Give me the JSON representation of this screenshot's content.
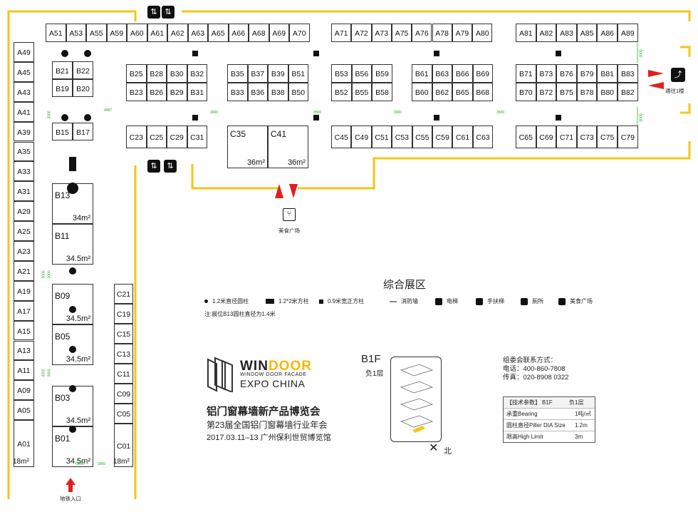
{
  "colors": {
    "wall": "#f5c518",
    "booth_border": "#333333",
    "arrow": "#e02020",
    "gap_note": "#22aa22",
    "logo_accent": "#f5b800"
  },
  "booths": [
    {
      "id": "A51"
    },
    {
      "id": "A53"
    },
    {
      "id": "A55"
    },
    {
      "id": "A59"
    },
    {
      "id": "A60"
    },
    {
      "id": "A61"
    },
    {
      "id": "A62"
    },
    {
      "id": "A63"
    },
    {
      "id": "A65"
    },
    {
      "id": "A66"
    },
    {
      "id": "A68"
    },
    {
      "id": "A69"
    },
    {
      "id": "A70"
    },
    {
      "id": "A71"
    },
    {
      "id": "A72"
    },
    {
      "id": "A73"
    },
    {
      "id": "A75"
    },
    {
      "id": "A76"
    },
    {
      "id": "A78"
    },
    {
      "id": "A79"
    },
    {
      "id": "A80"
    },
    {
      "id": "A81"
    },
    {
      "id": "A82"
    },
    {
      "id": "A83"
    },
    {
      "id": "A85"
    },
    {
      "id": "A86"
    },
    {
      "id": "A89"
    },
    {
      "id": "A49"
    },
    {
      "id": "A45"
    },
    {
      "id": "A43"
    },
    {
      "id": "A41"
    },
    {
      "id": "A39"
    },
    {
      "id": "A35"
    },
    {
      "id": "A33"
    },
    {
      "id": "A31"
    },
    {
      "id": "A29"
    },
    {
      "id": "A25"
    },
    {
      "id": "A23"
    },
    {
      "id": "A21"
    },
    {
      "id": "A19"
    },
    {
      "id": "A17"
    },
    {
      "id": "A15"
    },
    {
      "id": "A13"
    },
    {
      "id": "A11"
    },
    {
      "id": "A09"
    },
    {
      "id": "A05"
    },
    {
      "id": "A01",
      "area": "18m²"
    },
    {
      "id": "B21"
    },
    {
      "id": "B22"
    },
    {
      "id": "B19"
    },
    {
      "id": "B20"
    },
    {
      "id": "B15"
    },
    {
      "id": "B17"
    },
    {
      "id": "B25"
    },
    {
      "id": "B28"
    },
    {
      "id": "B30"
    },
    {
      "id": "B32"
    },
    {
      "id": "B23"
    },
    {
      "id": "B26"
    },
    {
      "id": "B29"
    },
    {
      "id": "B31"
    },
    {
      "id": "B35"
    },
    {
      "id": "B37"
    },
    {
      "id": "B39"
    },
    {
      "id": "B51"
    },
    {
      "id": "B33"
    },
    {
      "id": "B36"
    },
    {
      "id": "B38"
    },
    {
      "id": "B50"
    },
    {
      "id": "B53"
    },
    {
      "id": "B56"
    },
    {
      "id": "B59"
    },
    {
      "id": "B52"
    },
    {
      "id": "B55"
    },
    {
      "id": "B58"
    },
    {
      "id": "B61"
    },
    {
      "id": "B63"
    },
    {
      "id": "B66"
    },
    {
      "id": "B69"
    },
    {
      "id": "B60"
    },
    {
      "id": "B62"
    },
    {
      "id": "B65"
    },
    {
      "id": "B68"
    },
    {
      "id": "B71"
    },
    {
      "id": "B73"
    },
    {
      "id": "B76"
    },
    {
      "id": "B79"
    },
    {
      "id": "B81"
    },
    {
      "id": "B83"
    },
    {
      "id": "B70"
    },
    {
      "id": "B72"
    },
    {
      "id": "B75"
    },
    {
      "id": "B78"
    },
    {
      "id": "B80"
    },
    {
      "id": "B82"
    },
    {
      "id": "C23"
    },
    {
      "id": "C25"
    },
    {
      "id": "C29"
    },
    {
      "id": "C31"
    },
    {
      "id": "C35",
      "area": "36m²"
    },
    {
      "id": "C41",
      "area": "36m²"
    },
    {
      "id": "C45"
    },
    {
      "id": "C49"
    },
    {
      "id": "C51"
    },
    {
      "id": "C53"
    },
    {
      "id": "C55"
    },
    {
      "id": "C59"
    },
    {
      "id": "C61"
    },
    {
      "id": "C63"
    },
    {
      "id": "C65"
    },
    {
      "id": "C69"
    },
    {
      "id": "C71"
    },
    {
      "id": "C73"
    },
    {
      "id": "C75"
    },
    {
      "id": "C79"
    },
    {
      "id": "B13",
      "area": "34m²"
    },
    {
      "id": "B11",
      "area": "34.5m²"
    },
    {
      "id": "B09",
      "area": "34.5m²"
    },
    {
      "id": "B05",
      "area": "34.5m²"
    },
    {
      "id": "B03",
      "area": "34.5m²"
    },
    {
      "id": "B01",
      "area": "34.5m²"
    },
    {
      "id": "C21"
    },
    {
      "id": "C19"
    },
    {
      "id": "C15"
    },
    {
      "id": "C13"
    },
    {
      "id": "C11"
    },
    {
      "id": "C09"
    },
    {
      "id": "C05"
    },
    {
      "id": "C01",
      "area": "18m²"
    }
  ],
  "gap_notes": [
    "4987",
    "3000",
    "3500",
    "3000",
    "3500",
    "3000",
    "3000",
    "3000",
    "3000",
    "3000",
    "3000",
    "3000",
    "3000",
    "3000"
  ],
  "labels": {
    "food_court": "美食广场",
    "to_floor1": "通往1楼",
    "metro_entrance": "地铁入口",
    "zone_title": "综合展区",
    "north": "北",
    "floor_code": "B1F",
    "floor_name": "负1层",
    "note": "注:展位B13圆柱直径为1.4米"
  },
  "legend": [
    {
      "icon": "round-column",
      "text": "1.2米直径圆柱"
    },
    {
      "icon": "large-square-column",
      "text": "1.2*2米方柱"
    },
    {
      "icon": "small-square-column",
      "text": "0.9米宽正方柱"
    },
    {
      "icon": "fire-wall",
      "text": "消防墙"
    },
    {
      "icon": "elevator",
      "text": "电梯"
    },
    {
      "icon": "escalator",
      "text": "手扶梯"
    },
    {
      "icon": "restroom",
      "text": "厕所"
    },
    {
      "icon": "food-court",
      "text": "美食广场"
    }
  ],
  "logo": {
    "win": "WIN",
    "door": "DOOR",
    "sub": "WINDOW·DOOR·FACADE",
    "expo": "EXPO CHINA",
    "cn_title": "铝门窗幕墙新产品博览会",
    "cn_sub": "第23届全国铝门窗幕墙行业年会",
    "date_venue": "2017.03.11–13 广州保利世贸博览馆"
  },
  "contact": {
    "title": "组委会联系方式：",
    "phone": "电话：400-860-7808",
    "fax": "传真：020-8908 0322"
  },
  "spec": {
    "header_a": "【技术参数】",
    "header_b": "B1F",
    "header_c": "负1层",
    "rows": [
      {
        "k": "承重Bearing",
        "v": "1吨/㎡"
      },
      {
        "k": "圆柱直径Piller DIA Size",
        "v": "1.2m"
      },
      {
        "k": "限高High Limit",
        "v": "3m"
      }
    ]
  }
}
